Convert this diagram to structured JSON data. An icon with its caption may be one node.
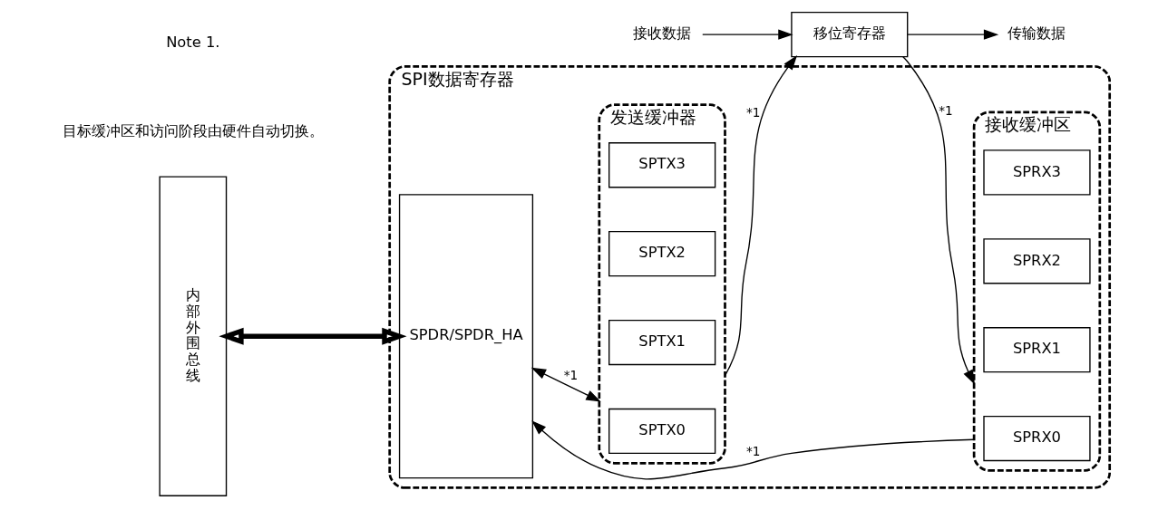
{
  "diagram": {
    "nodes": [
      {
        "text": [
          "SPI数据寄存器"
        ]
      },
      {
        "text": [
          "内部外围总线"
        ]
      },
      {
        "text": [
          "SPDR/SPDR_HA"
        ],
        "in": 0
      },
      {
        "text": [
          "发送缓冲器"
        ],
        "in": 0
      },
      {
        "text": [
          "SPTX0"
        ],
        "in": 3
      },
      {
        "text": [
          "SPTX1"
        ],
        "in": 3
      },
      {
        "text": [
          "SPTX2"
        ],
        "in": 3
      },
      {
        "text": [
          "SPTX3"
        ],
        "in": 3
      },
      {
        "text": [
          "接收缓冲区"
        ],
        "in": 0
      },
      {
        "text": [
          "SPRX0"
        ],
        "in": 8
      },
      {
        "text": [
          "SPRX1"
        ],
        "in": 8
      },
      {
        "text": [
          "SPRX2"
        ],
        "in": 8
      },
      {
        "text": [
          "SPRX3"
        ],
        "in": 8
      },
      {
        "text": [
          "移位寄存器"
        ]
      },
      {
        "text": [
          "传输数据"
        ]
      },
      {
        "text": [
          "接收数据"
        ]
      }
    ],
    "edges": [
      {
        "from": 1,
        "to": 2,
        "arrow": "both",
        "style": "thick"
      },
      {
        "from": 2,
        "to": 3,
        "arrow": "both",
        "label": "*1"
      },
      {
        "from": 3,
        "to": 13,
        "arrow": "to",
        "label": "*1"
      },
      {
        "from": 13,
        "to": 8,
        "arrow": "to",
        "label": "*1"
      },
      {
        "from": 8,
        "to": 2,
        "arrow": "to",
        "label": "*1"
      },
      {
        "from": 13,
        "to": 14,
        "arrow": "to"
      },
      {
        "from": 15,
        "to": 13,
        "arrow": "to"
      }
    ],
    "labels": [
      "Note 1.",
      "目标缓冲区和访问阶段由硬件自动切换。"
    ]
  }
}
